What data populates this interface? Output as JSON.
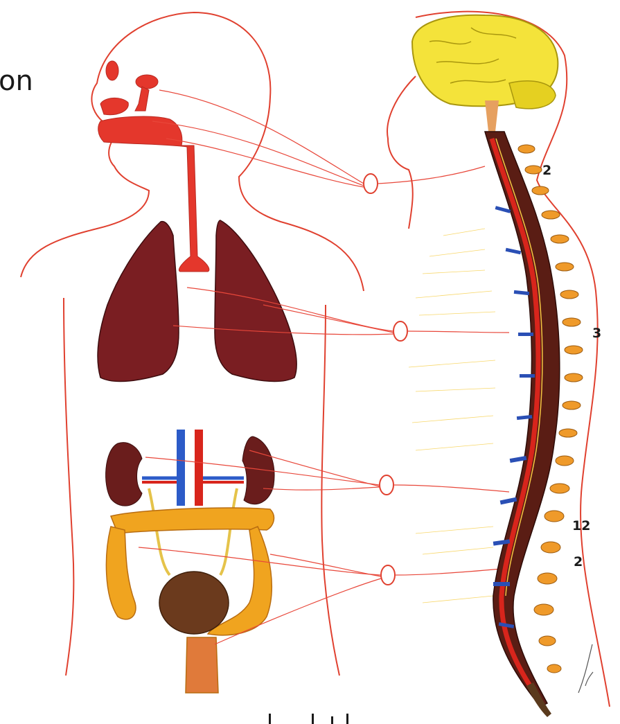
{
  "labels": {
    "top_left_fragment": "on",
    "segment_cervical": "2",
    "segment_thoracic_mid": "3",
    "segment_thoracic_end": "12",
    "segment_lumbar": "2"
  },
  "colors": {
    "outline": "#e0402f",
    "nerve": "#e8473a",
    "airway": "#e4372c",
    "lung": "#7a1e22",
    "kidney": "#6a1d1c",
    "bowel": "#f0a41f",
    "bladder": "#6b3a1d",
    "brain": "#f4e33a",
    "vertebra": "#ef9a2a",
    "cord": "#d8251c",
    "disc": "#2a4fb5",
    "vein": "#2c5bc8",
    "fine_nerves": "#f7d35a"
  }
}
